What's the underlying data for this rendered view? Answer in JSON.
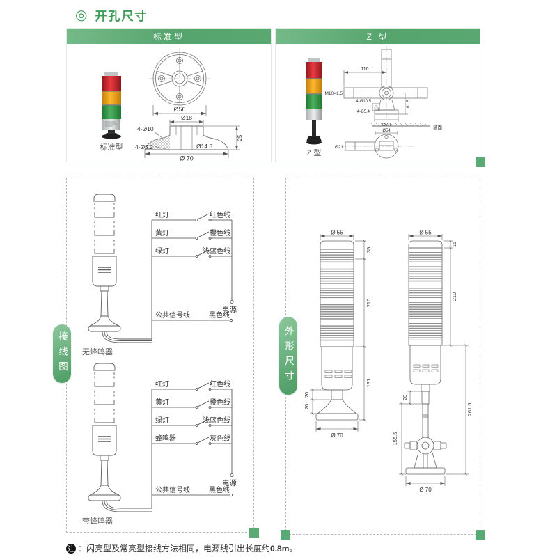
{
  "title": {
    "icon": "◎",
    "text": "开孔尺寸"
  },
  "top_section": {
    "standard": {
      "header": "标准型",
      "caption": "标准型",
      "dims": {
        "outer": "Ø56",
        "hub": "Ø18",
        "holes_big": "4-Ø10",
        "height": "25",
        "holes_small": "4-Ø5.2",
        "center": "Ø14.5",
        "base": "Ø 70"
      }
    },
    "z": {
      "header": "Z 型",
      "caption": "Z 型",
      "dims": {
        "span": "110",
        "thread": "M10×1.5",
        "holes_big": "4-Ø10.5",
        "holes_small": "4-Ø5.4",
        "base": "Ø70",
        "height": "61.5",
        "wall": "墙面",
        "ring": "Ø54",
        "tube": "Ø21"
      }
    }
  },
  "wiring": {
    "tab": "接线图",
    "no_buzzer": {
      "caption": "无蜂鸣器",
      "power": "电源",
      "rows": [
        {
          "left": "红灯",
          "right": "红色线"
        },
        {
          "left": "黄灯",
          "right": "橙色线"
        },
        {
          "left": "绿灯",
          "right": "浅蓝色线"
        }
      ],
      "common": {
        "left": "公共信号线",
        "right": "黑色线"
      }
    },
    "with_buzzer": {
      "caption": "带蜂鸣器",
      "power": "电源",
      "rows": [
        {
          "left": "红灯",
          "right": "红色线"
        },
        {
          "left": "黄灯",
          "right": "橙色线"
        },
        {
          "left": "绿灯",
          "right": "浅蓝色线"
        },
        {
          "left": "蜂鸣器",
          "right": "灰色线"
        }
      ],
      "common": {
        "left": "公共信号线",
        "right": "黑色线"
      }
    }
  },
  "outline": {
    "tab": "外形尺寸",
    "standard": {
      "top": "Ø 55",
      "cap": "35",
      "stack": "210",
      "body": "131",
      "neck": "20",
      "flare": "20",
      "base": "Ø 70"
    },
    "z": {
      "top": "Ø 55",
      "cap": "15",
      "stack": "210",
      "neck": "20",
      "total": "261.5",
      "lower": "155.5",
      "base": "Ø 70"
    }
  },
  "footer": {
    "badge": "注",
    "sep": "：",
    "text": "闪亮型及常亮型接线方法相同，电源线引出长度约 ",
    "bold": "0.8m",
    "end": "。"
  },
  "colors": {
    "accent": "#5BA974",
    "title": "#3E9B58",
    "lamp_red": "#C8242C",
    "lamp_orange": "#F2A01E",
    "lamp_green": "#3A9C49"
  }
}
